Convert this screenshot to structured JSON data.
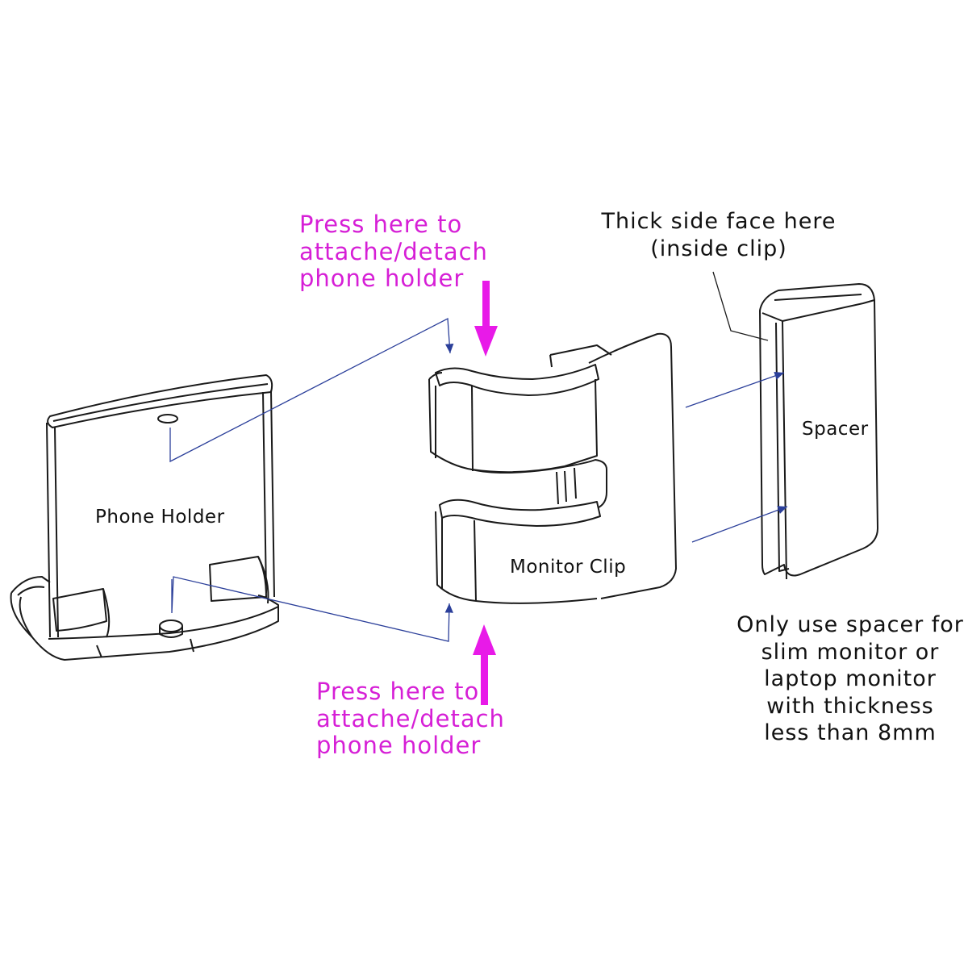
{
  "colors": {
    "annotation": "#d61fd6",
    "arrow_magenta": "#e81ae8",
    "leader_line": "#2b3f9a",
    "outline": "#1a1a1a"
  },
  "callouts": {
    "press_top": [
      "Press here to",
      "attache/detach",
      "phone holder"
    ],
    "press_bottom": [
      "Press here to",
      "attache/detach",
      "phone holder"
    ],
    "thick_side": [
      "Thick side face here",
      "(inside clip)"
    ],
    "spacer_note": [
      "Only use spacer for",
      "slim monitor or",
      "laptop monitor",
      "with thickness",
      "less than 8mm"
    ]
  },
  "parts": {
    "phone_holder": "Phone Holder",
    "monitor_clip": "Monitor Clip",
    "spacer": "Spacer"
  },
  "icons": {
    "press_down": "arrow-down-icon",
    "press_up": "arrow-up-icon"
  }
}
